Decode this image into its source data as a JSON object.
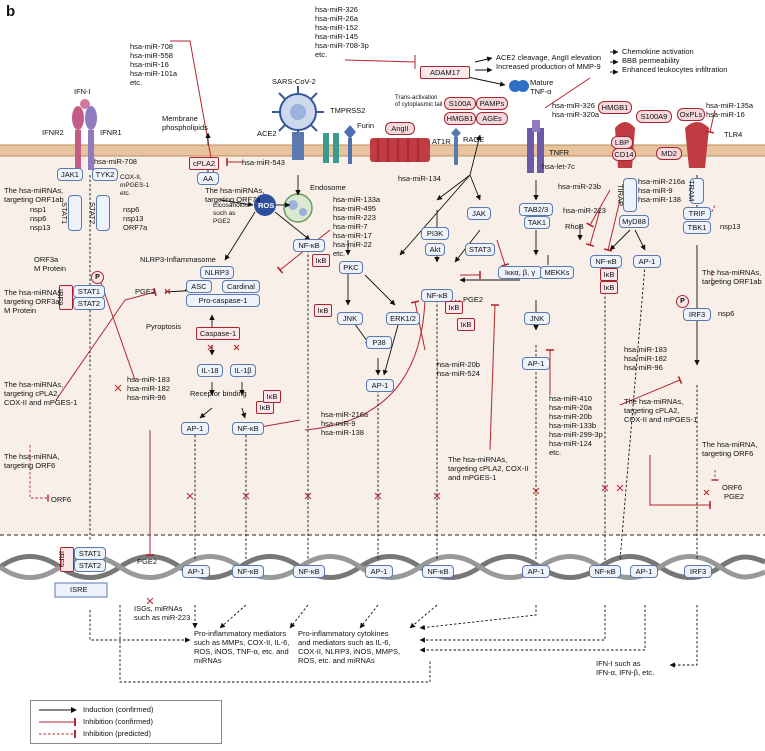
{
  "panel_label": "b",
  "top_left_mirnas": [
    "hsa-miR-708",
    "hsa-miR-558",
    "hsa-miR-16",
    "hsa-miR-101a",
    "etc."
  ],
  "top_center_mirnas": [
    "hsa-miR-326",
    "hsa-miR-26a",
    "hsa-miR-152",
    "hsa-miR-145",
    "hsa-miR-708-3p",
    "etc."
  ],
  "top_right_effects": [
    "ACE2 cleavage, AngII elevation",
    "Increased production of MMP-9"
  ],
  "far_right_effects": [
    "Chemokine activation",
    "BBB permeability",
    "Enhanced leukocytes infiltration"
  ],
  "mature_tnf": [
    "Mature",
    "TNF-α"
  ],
  "mir326_320a": [
    "hsa-miR-326",
    "hsa-miR-320a"
  ],
  "mir135a_16": [
    "hsa-miR-135a",
    "hsa-miR-16"
  ],
  "receptors": {
    "ifn_i": "IFN-I",
    "ifnr2": "IFNR2",
    "ifnr1": "IFNR1",
    "membrane_phospholipids": [
      "Membrane",
      "phospholipids"
    ],
    "sars": "SARS-CoV-2",
    "tmprss2": "TMPRSS2",
    "furin": "Furin",
    "ace2": "ACE2",
    "adam17": "ADAM17",
    "trans_activation": [
      "Trans-activation",
      "of cytoplasmic tail"
    ],
    "angii": "AngII",
    "at1r": "AT1R",
    "rage": "RAGE",
    "s100a": "S100A",
    "pamps": "PAMPs",
    "hmgb1": "HMGB1",
    "ages": "AGEs",
    "tnfr": "TNFR",
    "hmgb1_r": "HMGB1",
    "s100a9": "S100A9",
    "lbp": "LBP",
    "cd14": "CD14",
    "md2": "MD2",
    "oxpls": "OxPLs",
    "tlr4": "TLR4"
  },
  "cytoplasm": {
    "jak1": "JAK1",
    "tyk2": "TYK2",
    "stat1": "STAT1",
    "stat2": "STAT2",
    "irf9": "IRF9",
    "mir708": "hsa-miR-708",
    "cpla2": "cPLA2",
    "mir543": "hsa-miR-543",
    "aa": "AA",
    "cox": [
      "COX-II,",
      "mPGES-1",
      "etc."
    ],
    "eicosanoids": [
      "Eicosanoids",
      "such as",
      "PGE2"
    ],
    "endosome": "Endosome",
    "ros": "ROS",
    "nsps": [
      "nsp6",
      "nsp13",
      "ORF7a"
    ],
    "orf1ab_note": [
      "The hsa-miRNAs,",
      "targeting ORF1ab"
    ],
    "nsp_list": [
      "nsp1",
      "nsp6",
      "nsp13"
    ],
    "orf7a_note": [
      "The hsa-miRNAs,",
      "targeting ORF7a"
    ],
    "orf3a": [
      "ORF3a",
      "M Protein"
    ],
    "orf3a_note": [
      "The hsa-miRNAs,",
      "targeting ORF3a and",
      "M Protein"
    ],
    "pge2": "PGE2",
    "p": "P",
    "nlrp3_title": "NLRP3-Inflammasome",
    "nlrp3": "NLRP3",
    "asc": "ASC",
    "cardinal": "Cardinal",
    "procasp": "Pro-caspase-1",
    "pyroptosis": "Pyroptosis",
    "casp1": "Caspase-1",
    "il18": "IL-18",
    "il1b": "IL-1β",
    "receptor_binding": "Receptor binding",
    "ap1": "AP-1",
    "nfkb": "NF-κB",
    "ikb": "IκB",
    "mir_list_mid": [
      "hsa-miR-133a",
      "hsa-miR-495",
      "hsa-miR-223",
      "hsa-miR-7",
      "hsa-miR-17",
      "hsa-miR-22",
      "etc."
    ],
    "mir_183_list": [
      "hsa-miR-183",
      "hsa-miR-182",
      "hsa-miR-96"
    ],
    "cpla2_note": [
      "The hsa-miRNAs,",
      "targeting cPLA2,",
      "COX-II and mPGES-1"
    ],
    "orf6_note": [
      "The hsa-miRNA,",
      "targeting ORF6"
    ],
    "orf6": "ORF6",
    "mir216_list": [
      "hsa-miR-216a",
      "hsa-miR-9",
      "hsa-miR-138"
    ],
    "pkc": "PKC",
    "pi3k": "PI3K",
    "akt": "Akt",
    "jak": "JAK",
    "stat3": "STAT3",
    "jnk": "JNK",
    "p38": "P38",
    "erk": "ERK1/2",
    "mir20b_524": [
      "hsa-miR-20b",
      "hsa-miR-524"
    ],
    "mir134": "hsa-miR-134",
    "cpla2_note2": [
      "The hsa-miRNAs,",
      "targeting cPLA2, COX-II",
      "and mPGES-1"
    ],
    "tab": "TAB2/3",
    "tak1": "TAK1",
    "ikk": "Iκκα, β, γ",
    "mekks": "MEKKs",
    "mir_let7c": "hsa-let-7c",
    "mir23b": "hsa-miR-23b",
    "mir223": "hsa-miR-223",
    "rhob": "RhoB",
    "mir410_list": [
      "hsa-miR-410",
      "hsa-miR-20a",
      "hsa-miR-20b",
      "hsa-miR-133b",
      "hsa-miR-299-3p",
      "hsa-miR-124",
      "etc."
    ],
    "tirap": "TIRAP",
    "myd88": "MyD88",
    "mir216_right": [
      "hsa-miR-216a",
      "hsa-miR-9",
      "hsa-miR-138"
    ],
    "tram": "TRAM",
    "trif": "TRIF",
    "tbk1": "TBK1",
    "nsp13": "nsp13",
    "nsp6": "nsp6",
    "irf3": "IRF3",
    "orf1ab_note_r": [
      "The hsa-miRNAs,",
      "targeting ORF1ab"
    ],
    "mir183_r": [
      "hsa-miR-183",
      "hsa-miR-182",
      "hsa-miR-96"
    ],
    "cpla2_note_r": [
      "The hsa-miRNAs,",
      "targeting cPLA2,",
      "COX-II and mPGES-1"
    ],
    "orf6_note_r": [
      "The hsa-miRNA,",
      "targeting ORF6"
    ],
    "orf6_r": "ORF6",
    "pge2_r": "PGE2"
  },
  "nucleus": {
    "irf9": "IRF9",
    "stat1": "STAT1",
    "stat2": "STAT2",
    "isre": "ISRE",
    "pge2": "PGE2",
    "ap1": "AP-1",
    "nfkb": "NF-κB",
    "irf3": "IRF3",
    "isgs": [
      "ISGs, miRNAs",
      "such as miR-223"
    ],
    "mediators": [
      "Pro-inflammatory mediators",
      "such as MMPs, COX-II, IL-6,",
      "ROS, iNOS, TNF-α, etc. and",
      "miRNAs"
    ],
    "cytokines": [
      "Pro-inflammatory cytokines",
      "and mediators such as IL-6,",
      "COX-II, NLRP3, iNOS, MMPS,",
      "ROS, etc. and miRNAs"
    ],
    "ifn": [
      "IFN-I such as",
      "IFN-α, IFN-β, etc."
    ]
  },
  "legend": [
    {
      "label": "Induction (confirmed)"
    },
    {
      "label": "Inhibition (confirmed)"
    },
    {
      "label": "Inhibition (predicted)"
    }
  ],
  "colors": {
    "induction": "#111111",
    "inhibition": "#b3262e",
    "node_fill": "#eef3fb",
    "node_stroke": "#5b79ae",
    "cytoplasm": "#f8efe8",
    "membrane": "#e8c49e"
  }
}
